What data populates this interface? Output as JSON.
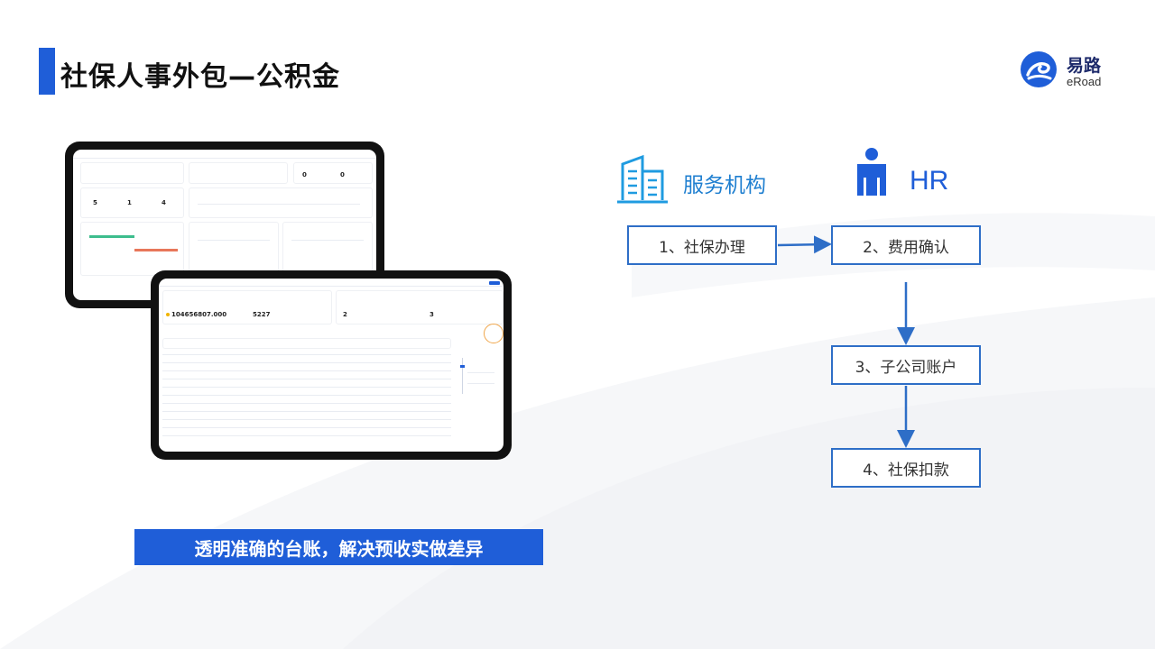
{
  "header": {
    "title": "社保人事外包—公积金"
  },
  "logo": {
    "name_cn": "易路",
    "name_en": "eRoad",
    "icon": "eroad-logo-icon"
  },
  "roles": {
    "org_label": "服务机构",
    "org_icon": "building-icon",
    "hr_label": "HR",
    "hr_icon": "person-icon"
  },
  "steps": [
    {
      "label": "1、社保办理"
    },
    {
      "label": "2、费用确认"
    },
    {
      "label": "3、子公司账户"
    },
    {
      "label": "4、社保扣款"
    }
  ],
  "banner": {
    "text": "透明准确的台账，解决预收实做差异"
  },
  "tablet_top": {
    "stats": [
      "5",
      "1",
      "4"
    ],
    "kpis": [
      "0",
      "0"
    ]
  },
  "tablet_bottom": {
    "total_amount": "104656807.000",
    "count": "5227",
    "small_a": "2",
    "small_b": "3"
  },
  "colors": {
    "accent": "#1f5ed8",
    "step_border": "#2e6ec7",
    "org_text": "#1f7fd0",
    "bar_green": "#3dbd8d",
    "bar_orange": "#e8775a"
  }
}
